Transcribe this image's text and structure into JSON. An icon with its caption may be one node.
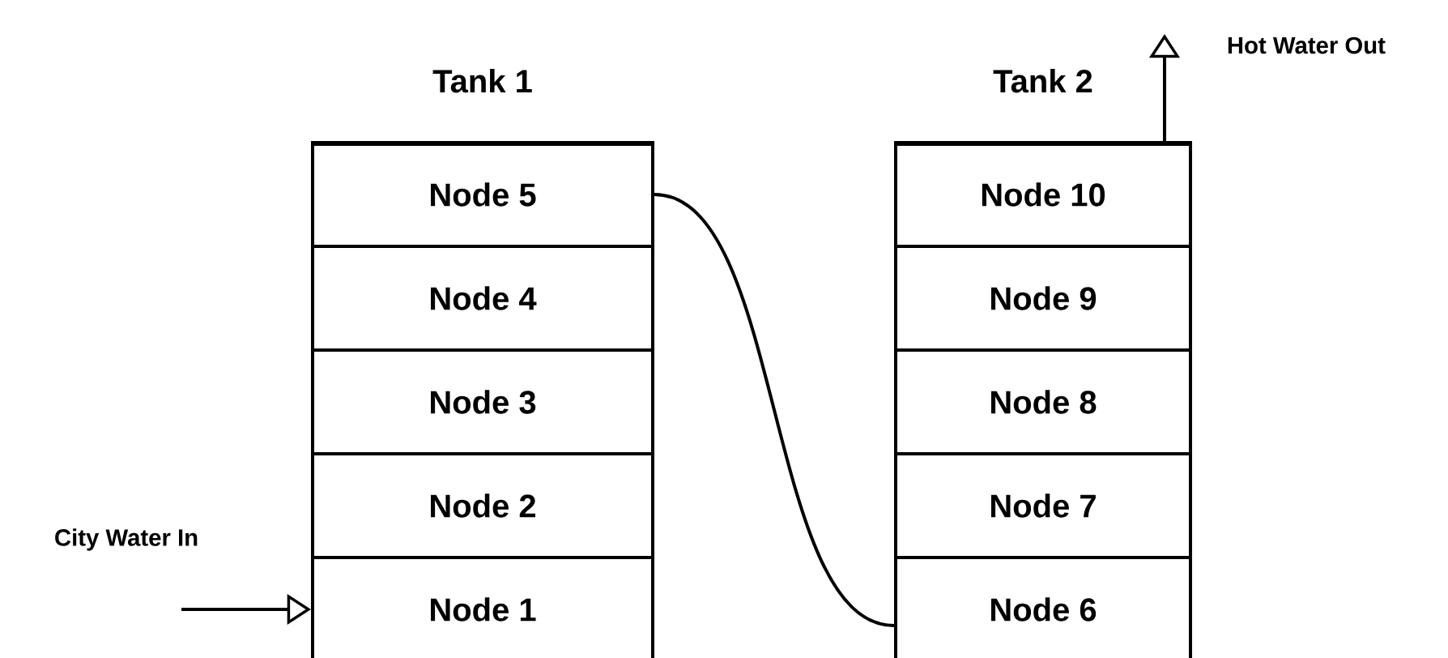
{
  "diagram": {
    "nodes": [
      {
        "text": [
          "Tank 1"
        ]
      },
      {
        "text": [
          "Node 5"
        ],
        "in": 0
      },
      {
        "text": [
          "Node 4"
        ],
        "in": 0
      },
      {
        "text": [
          "Node 3"
        ],
        "in": 0
      },
      {
        "text": [
          "Node 2"
        ],
        "in": 0
      },
      {
        "text": [
          "Node 1"
        ],
        "in": 0
      },
      {
        "text": [
          "Tank 2"
        ]
      },
      {
        "text": [
          "Node 10"
        ],
        "in": 6
      },
      {
        "text": [
          "Node 9"
        ],
        "in": 6
      },
      {
        "text": [
          "Node 8"
        ],
        "in": 6
      },
      {
        "text": [
          "Node 7"
        ],
        "in": 6
      },
      {
        "text": [
          "Node 6"
        ],
        "in": 6
      }
    ],
    "edges": [
      {
        "from": 1,
        "to": 11,
        "arrow": "none"
      },
      {
        "from": null,
        "to": 5,
        "arrow": "to",
        "label": "City Water In"
      },
      {
        "from": 7,
        "to": null,
        "arrow": "to",
        "label": "Hot Water Out"
      }
    ]
  }
}
